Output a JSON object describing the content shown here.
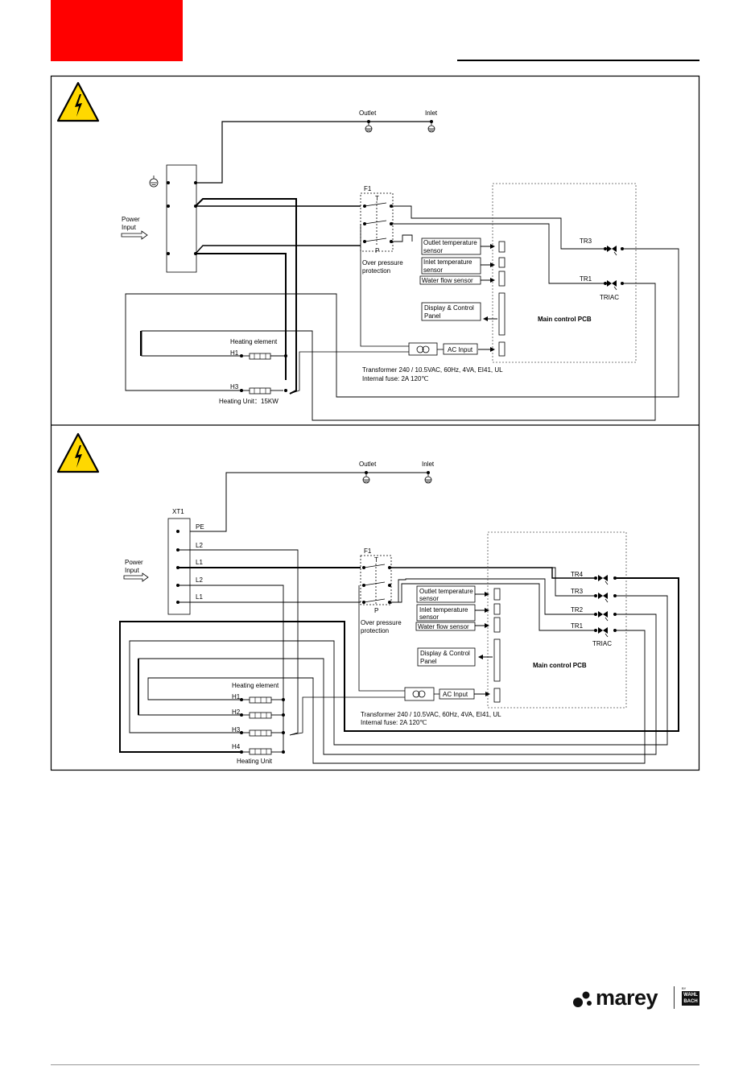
{
  "colors": {
    "accent": "#ff0000",
    "warning": "#ffd800"
  },
  "diagram1": {
    "outlet": "Outlet",
    "inlet": "Inlet",
    "power_input": [
      "Power",
      "Input"
    ],
    "f1": "F1",
    "f1_t": "T",
    "f1_p": "P",
    "over_pressure": [
      "Over pressure",
      "protection"
    ],
    "outlet_sensor": [
      "Outlet temperature",
      "sensor"
    ],
    "inlet_sensor": [
      "Inlet temperature",
      "sensor"
    ],
    "water_flow": "Water flow sensor",
    "display_panel": [
      "Display & Control",
      "Panel"
    ],
    "main_pcb": "Main control PCB",
    "ac_input": "AC Input",
    "tr3": "TR3",
    "tr1": "TR1",
    "triac": "TRIAC",
    "heating_element": "Heating element",
    "h1": "H1",
    "h3": "H3",
    "heating_unit": "Heating Unit：15KW",
    "transformer": "Transformer 240 / 10.5VAC, 60Hz, 4VA, EI41, UL",
    "internal_fuse": "Internal fuse: 2A 120℃"
  },
  "diagram2": {
    "outlet": "Outlet",
    "inlet": "Inlet",
    "xt1": "XT1",
    "terminals": [
      "PE",
      "L2",
      "L1",
      "L2",
      "L1"
    ],
    "power_input": [
      "Power",
      "Input"
    ],
    "f1": "F1",
    "f1_t": "T",
    "f1_p": "P",
    "over_pressure": [
      "Over pressure",
      "protection"
    ],
    "outlet_sensor": [
      "Outlet temperature",
      "sensor"
    ],
    "inlet_sensor": [
      "Inlet temperature",
      "sensor"
    ],
    "water_flow": "Water flow sensor",
    "display_panel": [
      "Display & Control",
      "Panel"
    ],
    "main_pcb": "Main control PCB",
    "ac_input": "AC Input",
    "tr4": "TR4",
    "tr3": "TR3",
    "tr2": "TR2",
    "tr1": "TR1",
    "triac": "TRIAC",
    "heating_element": "Heating element",
    "h1": "H1",
    "h2": "H2",
    "h3": "H3",
    "h4": "H4",
    "heating_unit": "Heating Unit",
    "transformer": "Transformer 240 / 10.5VAC, 60Hz, 4VA, EI41, UL",
    "internal_fuse": "Internal fuse: 2A 120℃"
  },
  "footer": {
    "logo_text": "marey",
    "logo_by": "BY",
    "logo_brand": [
      "WAHL",
      "BACH"
    ]
  }
}
